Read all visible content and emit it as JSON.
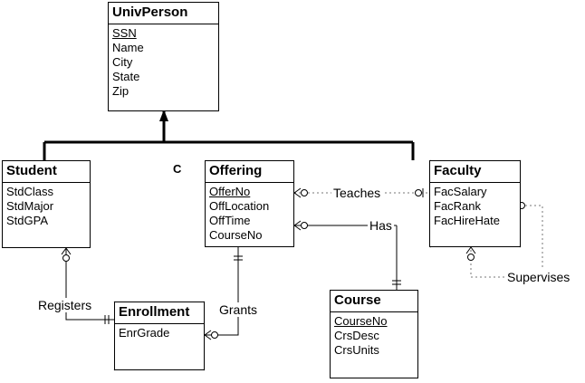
{
  "entities": {
    "univperson": {
      "name": "UnivPerson",
      "attrs": [
        "SSN",
        "Name",
        "City",
        "State",
        "Zip"
      ],
      "pk": 0
    },
    "student": {
      "name": "Student",
      "attrs": [
        "StdClass",
        "StdMajor",
        "StdGPA"
      ]
    },
    "offering": {
      "name": "Offering",
      "attrs": [
        "OfferNo",
        "OffLocation",
        "OffTime",
        "CourseNo"
      ],
      "pk": 0
    },
    "faculty": {
      "name": "Faculty",
      "attrs": [
        "FacSalary",
        "FacRank",
        "FacHireHate"
      ]
    },
    "enrollment": {
      "name": "Enrollment",
      "attrs": [
        "EnrGrade"
      ]
    },
    "course": {
      "name": "Course",
      "attrs": [
        "CourseNo",
        "CrsDesc",
        "CrsUnits"
      ],
      "pk": 0
    }
  },
  "relationships": {
    "teaches": "Teaches",
    "has": "Has",
    "supervises": "Supervises",
    "registers": "Registers",
    "grants": "Grants"
  },
  "generalization_marker": "C"
}
